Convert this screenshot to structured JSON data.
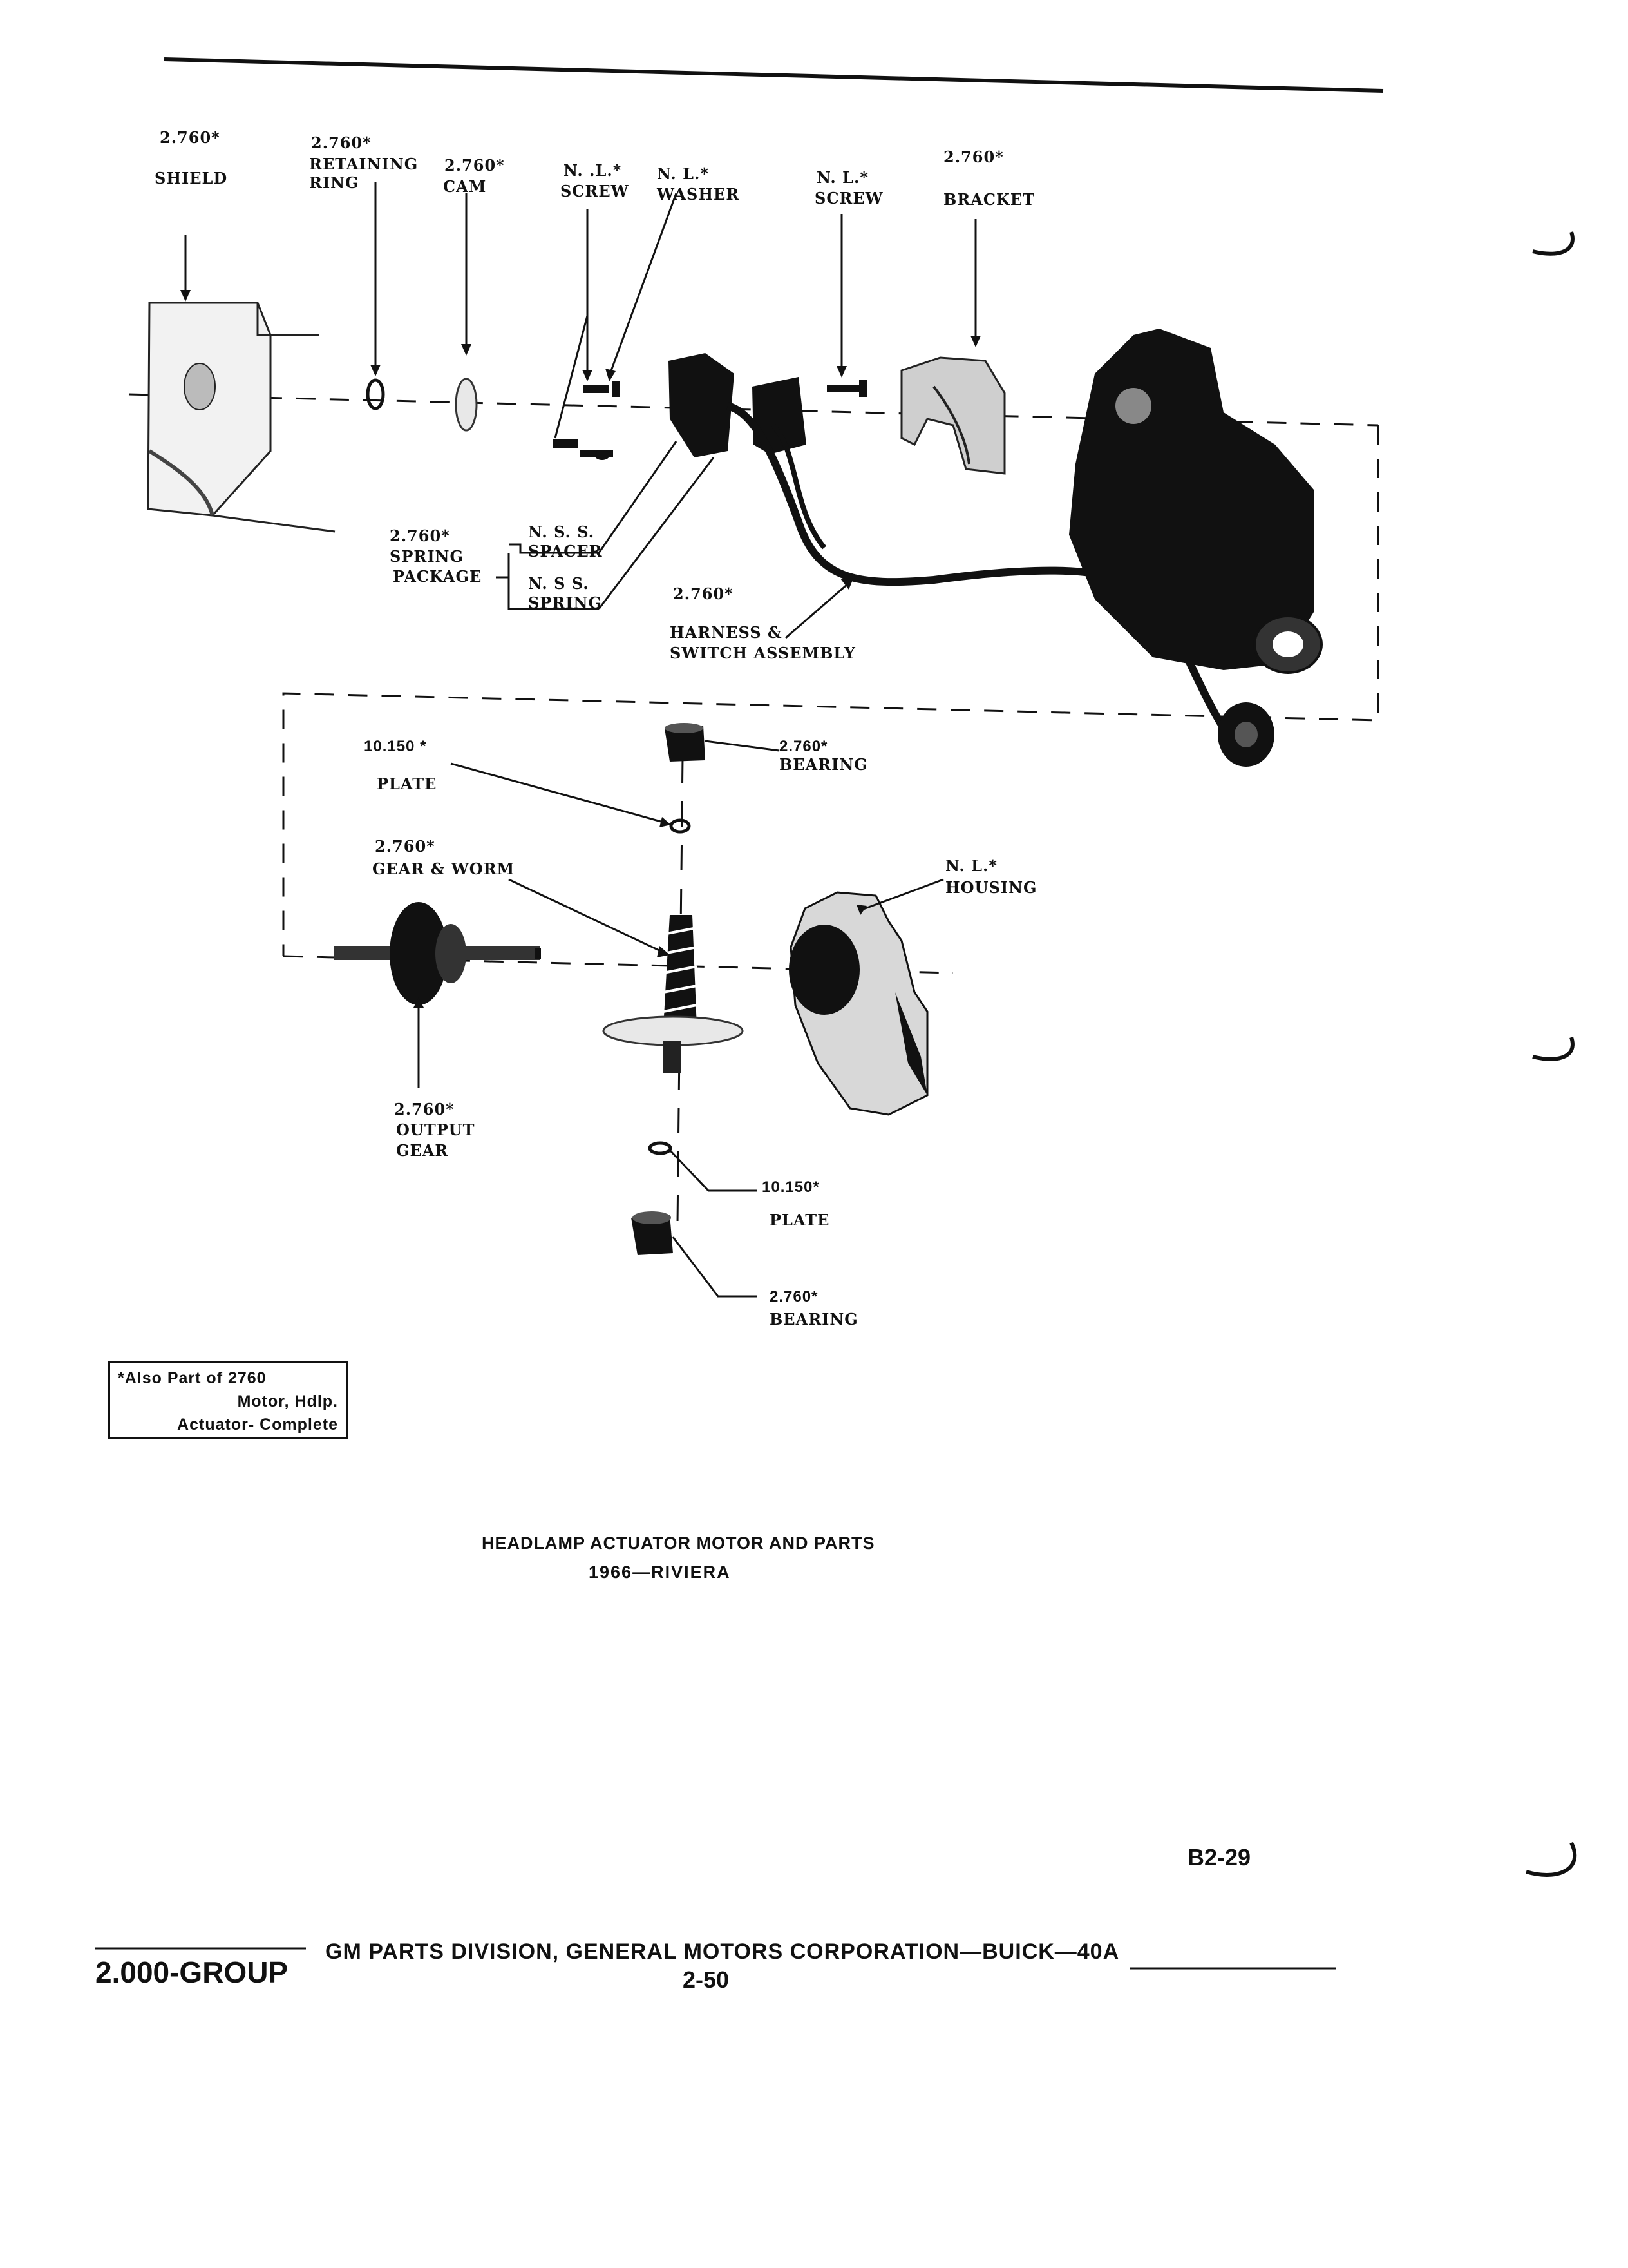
{
  "labels": {
    "shield": {
      "code": "2.760*",
      "name": "SHIELD"
    },
    "retaining_ring": {
      "code": "2.760*",
      "name_line1": "RETAINING",
      "name_line2": "RING"
    },
    "cam": {
      "code": "2.760*",
      "name": "CAM"
    },
    "nl_screw_1": {
      "code": "N. .L.*",
      "name": "SCREW"
    },
    "nl_washer": {
      "code": "N. L.*",
      "name": "WASHER"
    },
    "nl_screw_2": {
      "code": "N. L.*",
      "name": "SCREW"
    },
    "bracket": {
      "code": "2.760*",
      "name": "BRACKET"
    },
    "spring_package": {
      "code": "2.760*",
      "name_line1": "SPRING",
      "name_line2": "PACKAGE"
    },
    "nss_spacer": {
      "code": "N. S. S.",
      "name": "SPACER"
    },
    "nss_spring": {
      "code": "N. S S.",
      "name": "SPRING"
    },
    "harness": {
      "code": "2.760*",
      "name_line1": "HARNESS &",
      "name_line2": "SWITCH ASSEMBLY"
    },
    "plate_top": {
      "code": "10.150 *",
      "name": "PLATE"
    },
    "bearing_top": {
      "code": "2.760*",
      "name": "BEARING"
    },
    "gear_worm": {
      "code": "2.760*",
      "name": "GEAR & WORM"
    },
    "housing": {
      "code": "N. L.*",
      "name": "HOUSING"
    },
    "output_gear": {
      "code": "2.760*",
      "name_line1": "OUTPUT",
      "name_line2": "GEAR"
    },
    "plate_bottom": {
      "code": "10.150*",
      "name": "PLATE"
    },
    "bearing_bottom": {
      "code": "2.760*",
      "name": "BEARING"
    }
  },
  "footnote": {
    "line1": "*Also Part of 2760",
    "line2": "Motor, Hdlp.",
    "line3": "Actuator- Complete"
  },
  "caption": {
    "line1": "HEADLAMP ACTUATOR MOTOR AND PARTS",
    "line2": "1966—RIVIERA"
  },
  "page_code": "B2-29",
  "footer": {
    "group": "2.000-GROUP",
    "publisher": "GM PARTS DIVISION, GENERAL MOTORS CORPORATION—BUICK—40A",
    "page_number": "2-50"
  }
}
